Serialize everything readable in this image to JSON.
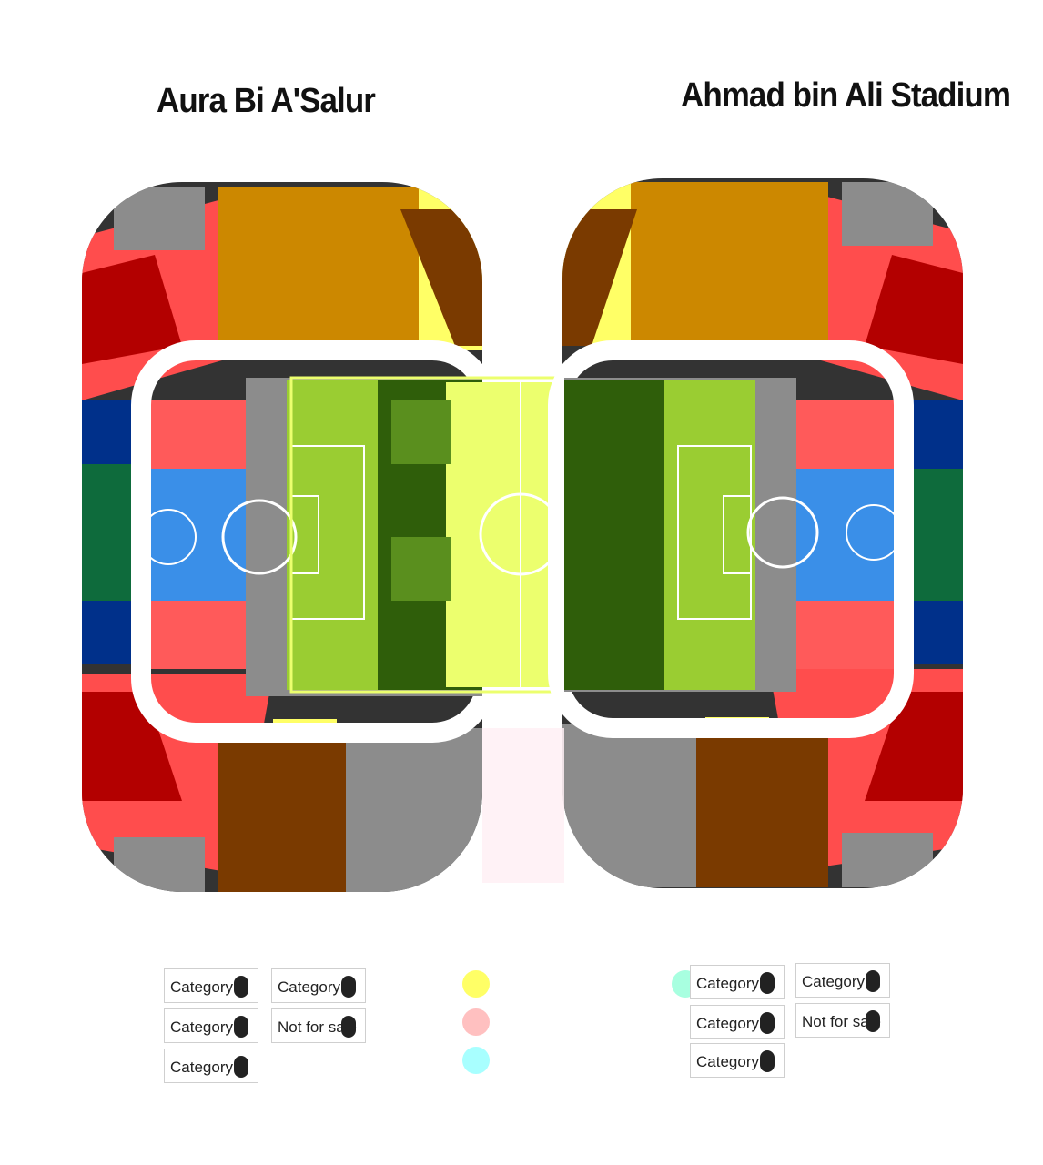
{
  "titles": {
    "left": "Aura Bi A'Salur",
    "right": "Ahmad bin Ali Stadium"
  },
  "colors": {
    "pitch_light": "#9acd32",
    "pitch_mid": "#5a8f1e",
    "pitch_dark": "#2f5e0a",
    "pitch_yellow": "#ecff6e",
    "category1": "#ff5a5a",
    "category2": "#cc8800",
    "category3": "#3a8fe8",
    "category4": "#00308a",
    "navy": "#00308a",
    "yellow": "#ffff66",
    "grey": "#8c8c8c",
    "dark": "#333333",
    "red_dark": "#b30000",
    "teal": "#0e6b3c",
    "light_teal": "#8fffef",
    "pink": "#ffb0b0"
  },
  "legend_left": [
    {
      "label": "Category 1",
      "icon": "ticket-icon"
    },
    {
      "label": "Category 2",
      "icon": "ticket-icon"
    },
    {
      "label": "Category 3",
      "icon": "ticket-icon"
    },
    {
      "label": "Category 4",
      "icon": "ticket-icon"
    },
    {
      "label": "Not for sale",
      "icon": "ticket-icon"
    }
  ],
  "legend_right": [
    {
      "label": "Category 1",
      "icon": "ticket-icon"
    },
    {
      "label": "Category 2",
      "icon": "ticket-icon"
    },
    {
      "label": "Category 3",
      "icon": "ticket-icon"
    },
    {
      "label": "Category 4",
      "icon": "ticket-icon"
    },
    {
      "label": "Not for sale",
      "icon": "ticket-icon"
    }
  ],
  "dots": [
    {
      "color": "#ffff66"
    },
    {
      "color": "#ffc0c0"
    },
    {
      "color": "#a8ffff"
    },
    {
      "color": "#a8ffe0"
    }
  ]
}
